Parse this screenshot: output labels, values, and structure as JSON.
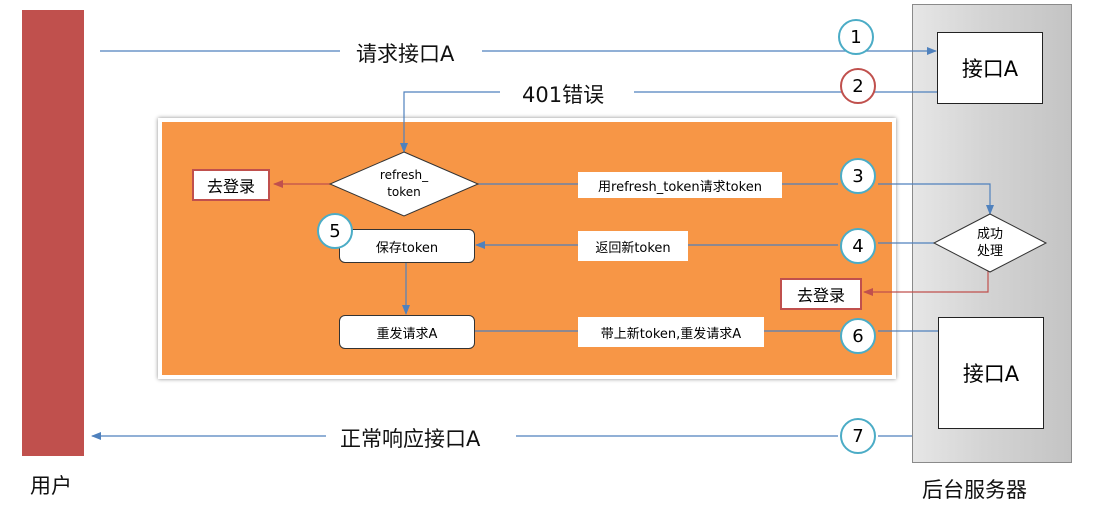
{
  "user_label": "用户",
  "server_label": "后台服务器",
  "interface_a": "接口A",
  "request_a": "请求接口A",
  "error_401": "401错误",
  "normal_response": "正常响应接口A",
  "refresh_token_node": {
    "line1": "refresh_",
    "line2": "token"
  },
  "go_login": "去登录",
  "save_token": "保存token",
  "resend_request": "重发请求A",
  "msg_request_token": "用refresh_token请求token",
  "msg_return_token": "返回新token",
  "msg_resend": "带上新token,重发请求A",
  "success_node": {
    "line1": "成功",
    "line2": "处理"
  },
  "steps": [
    "1",
    "2",
    "3",
    "4",
    "5",
    "6",
    "7"
  ],
  "colors": {
    "user_bar": "#c0504d",
    "panel": "#f79646",
    "blue_arrow": "#4f81bd",
    "red_arrow": "#c0504d",
    "step_ring": "#4bacc6"
  }
}
